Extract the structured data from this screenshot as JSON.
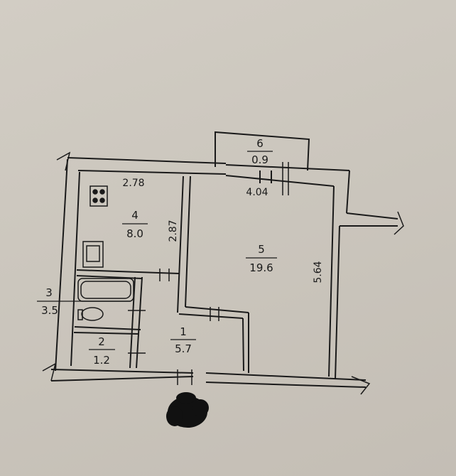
{
  "rooms": [
    {
      "id": "1",
      "area": "5.7"
    },
    {
      "id": "2",
      "area": "1.2"
    },
    {
      "id": "3",
      "area": "3.5"
    },
    {
      "id": "4",
      "area": "8.0"
    },
    {
      "id": "5",
      "area": "19.6"
    },
    {
      "id": "6",
      "area": "0.9"
    }
  ],
  "dimensions": {
    "kitchen_width": "2.78",
    "kitchen_depth": "2.87",
    "living_width": "4.04",
    "living_depth": "5.64"
  },
  "colors": {
    "paper": "#cfcac1",
    "ink": "#1a1a1a",
    "stamp": "#111111"
  }
}
